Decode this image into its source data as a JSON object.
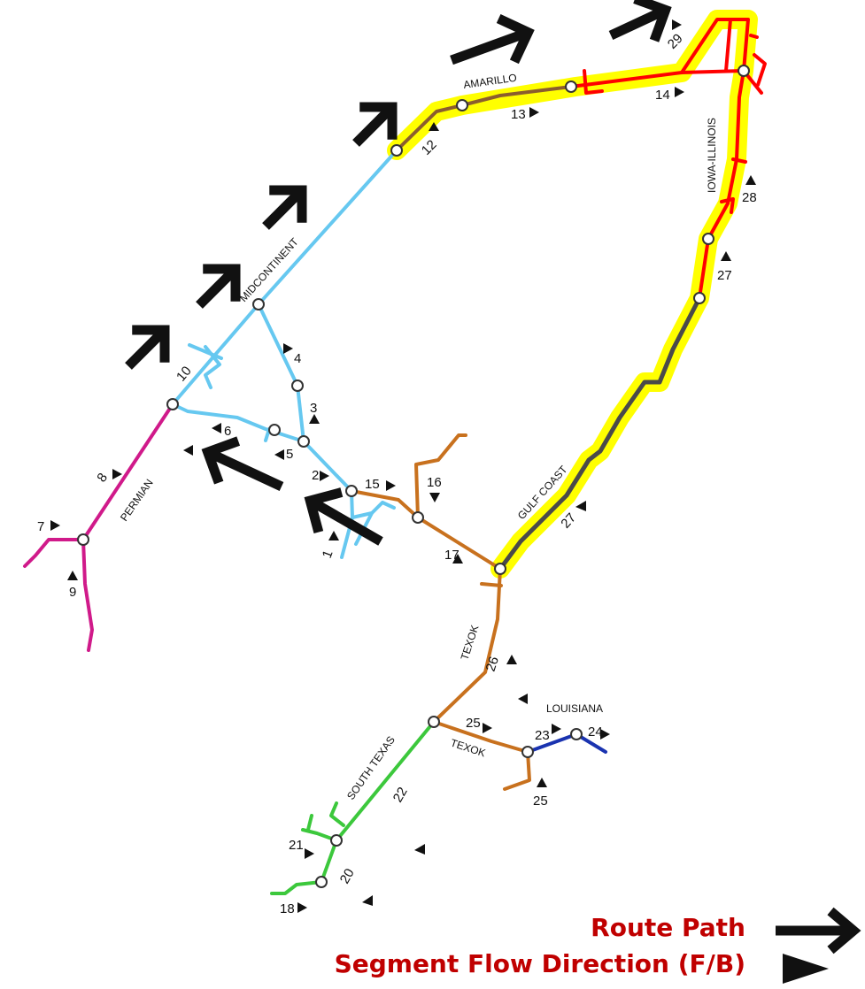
{
  "colors": {
    "highlight": "#FFFF00",
    "route": "#FF0000",
    "permian": "#D01A8A",
    "midcontinent": "#66C8F0",
    "amarillo": "#8B5E2E",
    "texok": "#C8711E",
    "gulf_coast": "#4A4A4A",
    "south_texas": "#3CC83C",
    "louisiana": "#1A33B0",
    "legend_text": "#C00000"
  },
  "regions": {
    "amarillo": "AMARILLO",
    "midcontinent": "MIDCONTINENT",
    "permian": "PERMIAN",
    "iowa_illinois": "IOWA-ILLINOIS",
    "gulf_coast": "GULF COAST",
    "texok_north": "TEXOK",
    "texok_south": "TEXOK",
    "louisiana": "LOUISIANA",
    "south_texas": "SOUTH TEXAS"
  },
  "segments": {
    "s1": "1",
    "s2": "2",
    "s3": "3",
    "s4": "4",
    "s5": "5",
    "s6": "6",
    "s7": "7",
    "s8": "8",
    "s9": "9",
    "s10": "10",
    "s12": "12",
    "s13": "13",
    "s14": "14",
    "s15": "15",
    "s16": "16",
    "s17": "17",
    "s18": "18",
    "s20": "20",
    "s21": "21",
    "s22": "22",
    "s23": "23",
    "s24": "24",
    "s25a": "25",
    "s25b": "25",
    "s26": "26",
    "s27a": "27",
    "s27b": "27",
    "s28": "28",
    "s29": "29"
  },
  "legend": {
    "route_path": "Route Path",
    "segment_flow": "Segment Flow Direction (F/B)"
  },
  "icons": {
    "route_arrow": "arrow-right-icon",
    "flow_triangle": "triangle-right-icon"
  }
}
